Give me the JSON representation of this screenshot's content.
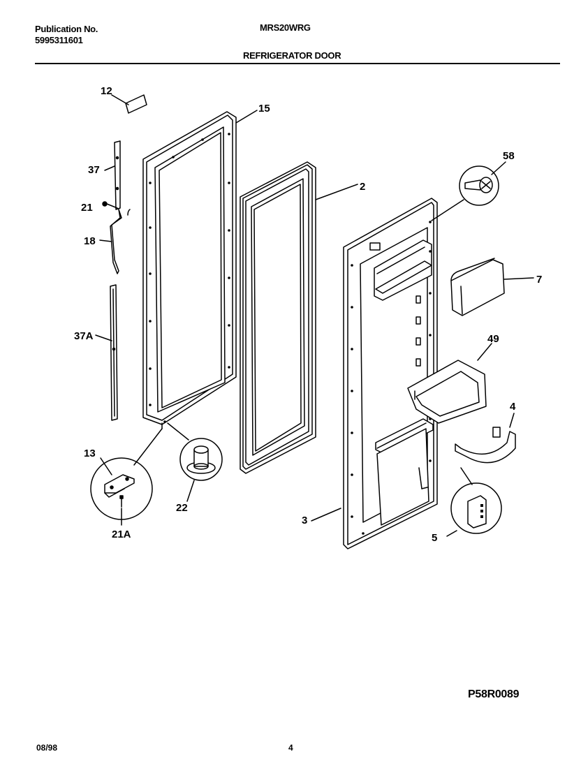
{
  "header": {
    "publication_label": "Publication No.",
    "publication_number": "5995311601",
    "model": "MRS20WRG",
    "section_title": "REFRIGERATOR DOOR"
  },
  "callouts": {
    "c12": "12",
    "c15": "15",
    "c37": "37",
    "c21": "21",
    "c18": "18",
    "c37a": "37A",
    "c2": "2",
    "c58": "58",
    "c7": "7",
    "c49": "49",
    "c4": "4",
    "c13": "13",
    "c22": "22",
    "c21a": "21A",
    "c3": "3",
    "c5": "5"
  },
  "diagram_code": "P58R0089",
  "footer": {
    "date": "08/98",
    "page": "4"
  }
}
